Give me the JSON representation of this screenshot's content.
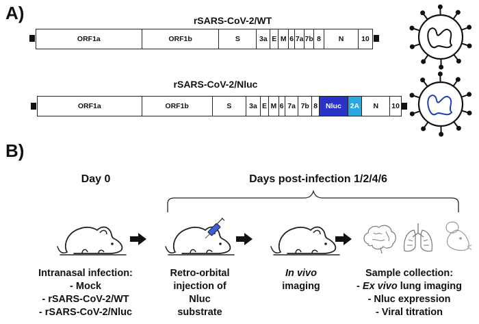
{
  "panel_a": {
    "label": "A)",
    "genomes": [
      {
        "title": "rSARS-CoV-2/WT",
        "segments": [
          {
            "label": "ORF1a",
            "w": 155
          },
          {
            "label": "ORF1b",
            "w": 113
          },
          {
            "label": "S",
            "w": 55
          },
          {
            "label": "3a",
            "w": 20
          },
          {
            "label": "E",
            "w": 12
          },
          {
            "label": "M",
            "w": 15
          },
          {
            "label": "6",
            "w": 9
          },
          {
            "label": "7a",
            "w": 14
          },
          {
            "label": "7b",
            "w": 14
          },
          {
            "label": "8",
            "w": 15
          },
          {
            "label": "N",
            "w": 50
          },
          {
            "label": "10",
            "w": 20
          }
        ]
      },
      {
        "title": "rSARS-CoV-2/Nluc",
        "segments": [
          {
            "label": "ORF1a",
            "w": 148
          },
          {
            "label": "ORF1b",
            "w": 100
          },
          {
            "label": "S",
            "w": 48
          },
          {
            "label": "3a",
            "w": 20
          },
          {
            "label": "E",
            "w": 12
          },
          {
            "label": "M",
            "w": 14
          },
          {
            "label": "6",
            "w": 9
          },
          {
            "label": "7a",
            "w": 19
          },
          {
            "label": "7b",
            "w": 19
          },
          {
            "label": "8",
            "w": 11
          },
          {
            "label": "Nluc",
            "w": 40,
            "fill": "#2a33c8",
            "color": "#ffffff"
          },
          {
            "label": "2A",
            "w": 20,
            "fill": "#2aa8e0",
            "color": "#ffffff"
          },
          {
            "label": "N",
            "w": 40
          },
          {
            "label": "10",
            "w": 15
          }
        ]
      }
    ],
    "virus_colors": {
      "wt": "#111111",
      "nluc": "#1f3fb8"
    }
  },
  "panel_b": {
    "label": "B)",
    "day0": "Day 0",
    "dpi": "Days post-infection 1/2/4/6",
    "steps": [
      {
        "lines": [
          "Intranasal infection:",
          "- Mock",
          "- rSARS-CoV-2/WT",
          "- rSARS-CoV-2/Nluc"
        ]
      },
      {
        "lines": [
          "Retro-orbital",
          "injection of",
          "Nluc",
          "substrate"
        ]
      },
      {
        "lines": [
          "In vivo",
          "imaging"
        ]
      },
      {
        "lines": [
          "Sample collection:",
          "- Ex vivo lung imaging",
          "- Nluc expression",
          "- Viral titration"
        ]
      }
    ]
  }
}
